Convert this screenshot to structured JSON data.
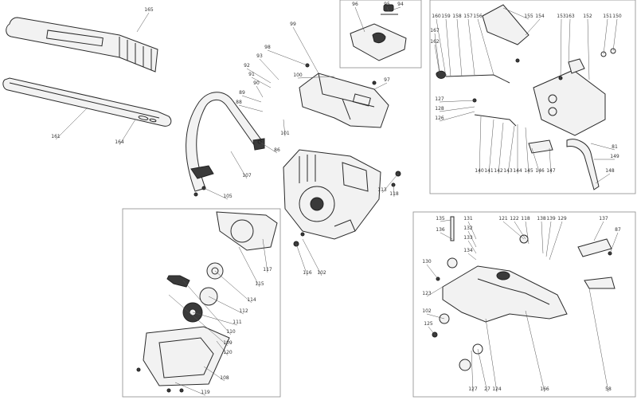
{
  "diagram": {
    "callouts": [
      {
        "id": "c-165",
        "text": "165",
        "part": "bar-cover"
      },
      {
        "id": "c-161",
        "text": "161",
        "part": "guide-bar"
      },
      {
        "id": "c-164",
        "text": "164",
        "part": "guide-bar"
      },
      {
        "id": "c-96",
        "text": "96",
        "part": "air-filter-cover"
      },
      {
        "id": "c-95",
        "text": "95",
        "part": "knob"
      },
      {
        "id": "c-94",
        "text": "94",
        "part": "knob"
      },
      {
        "id": "c-99",
        "text": "99",
        "part": "top-cover"
      },
      {
        "id": "c-98",
        "text": "98",
        "part": "screw"
      },
      {
        "id": "c-97",
        "text": "97",
        "part": "top-cover"
      },
      {
        "id": "c-93",
        "text": "93",
        "part": "screw"
      },
      {
        "id": "c-92",
        "text": "92",
        "part": "primer"
      },
      {
        "id": "c-91",
        "text": "91",
        "part": "primer"
      },
      {
        "id": "c-90",
        "text": "90",
        "part": "primer"
      },
      {
        "id": "c-89",
        "text": "89",
        "part": "primer"
      },
      {
        "id": "c-88",
        "text": "88",
        "part": "primer"
      },
      {
        "id": "c-101",
        "text": "101",
        "part": "front-handle"
      },
      {
        "id": "c-100",
        "text": "100",
        "part": "bracket"
      },
      {
        "id": "c-86",
        "text": "86",
        "part": "front-handle"
      },
      {
        "id": "c-107",
        "text": "107",
        "part": "front-handle"
      },
      {
        "id": "c-105",
        "text": "105",
        "part": "screw"
      },
      {
        "id": "c-113",
        "text": "113",
        "part": "engine"
      },
      {
        "id": "c-118",
        "text": "118",
        "part": "damper"
      },
      {
        "id": "c-102",
        "text": "102",
        "part": "damper"
      },
      {
        "id": "c-116",
        "text": "116",
        "part": "damper"
      },
      {
        "id": "c-160",
        "text": "160",
        "part": "chain-brake"
      },
      {
        "id": "c-159",
        "text": "159",
        "part": "chain-brake"
      },
      {
        "id": "c-158",
        "text": "158",
        "part": "chain-brake"
      },
      {
        "id": "c-157",
        "text": "157",
        "part": "chain-brake"
      },
      {
        "id": "c-156",
        "text": "156",
        "part": "chain-brake"
      },
      {
        "id": "c-155",
        "text": "155",
        "part": "hand-guard"
      },
      {
        "id": "c-154",
        "text": "154",
        "part": "hand-guard"
      },
      {
        "id": "c-153",
        "text": "153",
        "part": "side-cover"
      },
      {
        "id": "c-163",
        "text": "163",
        "part": "side-cover"
      },
      {
        "id": "c-152",
        "text": "152",
        "part": "side-cover"
      },
      {
        "id": "c-151",
        "text": "151",
        "part": "nut"
      },
      {
        "id": "c-150",
        "text": "150",
        "part": "nut"
      },
      {
        "id": "c-167",
        "text": "167",
        "part": "brake-link"
      },
      {
        "id": "c-162",
        "text": "162",
        "part": "brake-link"
      },
      {
        "id": "c-127",
        "text": "127",
        "part": "screw"
      },
      {
        "id": "c-128",
        "text": "128",
        "part": "screw"
      },
      {
        "id": "c-126",
        "text": "126",
        "part": "screw"
      },
      {
        "id": "c-81",
        "text": "81",
        "part": "band"
      },
      {
        "id": "c-149",
        "text": "149",
        "part": "brake-band"
      },
      {
        "id": "c-148",
        "text": "148",
        "part": "brake-band"
      },
      {
        "id": "c-147",
        "text": "147",
        "part": "tensioner"
      },
      {
        "id": "c-146",
        "text": "146",
        "part": "tensioner"
      },
      {
        "id": "c-145",
        "text": "145",
        "part": "tensioner"
      },
      {
        "id": "c-144",
        "text": "144",
        "part": "tensioner"
      },
      {
        "id": "c-143",
        "text": "143",
        "part": "tensioner"
      },
      {
        "id": "c-142",
        "text": "142",
        "part": "tensioner"
      },
      {
        "id": "c-141",
        "text": "141",
        "part": "tensioner"
      },
      {
        "id": "c-140",
        "text": "140",
        "part": "tensioner"
      },
      {
        "id": "c-117",
        "text": "117",
        "part": "starter-housing"
      },
      {
        "id": "c-115",
        "text": "115",
        "part": "starter"
      },
      {
        "id": "c-114",
        "text": "114",
        "part": "starter"
      },
      {
        "id": "c-112",
        "text": "112",
        "part": "starter"
      },
      {
        "id": "c-111",
        "text": "111",
        "part": "starter"
      },
      {
        "id": "c-110",
        "text": "110",
        "part": "starter-handle"
      },
      {
        "id": "c-109",
        "text": "109",
        "part": "starter"
      },
      {
        "id": "c-120",
        "text": "120",
        "part": "starter"
      },
      {
        "id": "c-108",
        "text": "108",
        "part": "side-plate"
      },
      {
        "id": "c-119",
        "text": "119",
        "part": "side-plate"
      },
      {
        "id": "c-135",
        "text": "135",
        "part": "fuel-tank"
      },
      {
        "id": "c-136",
        "text": "136",
        "part": "fuel-tank"
      },
      {
        "id": "c-131",
        "text": "131",
        "part": "fuel-tank"
      },
      {
        "id": "c-132",
        "text": "132",
        "part": "fuel-tank"
      },
      {
        "id": "c-133",
        "text": "133",
        "part": "fuel-tank"
      },
      {
        "id": "c-134",
        "text": "134",
        "part": "fuel-tank"
      },
      {
        "id": "c-121",
        "text": "121",
        "part": "fuel-tank"
      },
      {
        "id": "c-122",
        "text": "122",
        "part": "fuel-tank"
      },
      {
        "id": "c-118b",
        "text": "118",
        "part": "fuel-tank"
      },
      {
        "id": "c-138",
        "text": "138",
        "part": "fuel-tank"
      },
      {
        "id": "c-139",
        "text": "139",
        "part": "fuel-tank"
      },
      {
        "id": "c-129",
        "text": "129",
        "part": "fuel-tank"
      },
      {
        "id": "c-137",
        "text": "137",
        "part": "rear-handle"
      },
      {
        "id": "c-87",
        "text": "87",
        "part": "rear-handle"
      },
      {
        "id": "c-130",
        "text": "130",
        "part": "fuel-tank"
      },
      {
        "id": "c-123",
        "text": "123",
        "part": "fuel-tank"
      },
      {
        "id": "c-102b",
        "text": "102",
        "part": "fuel-tank"
      },
      {
        "id": "c-125",
        "text": "125",
        "part": "fuel-tank"
      },
      {
        "id": "c-124",
        "text": "124",
        "part": "fuel-tank"
      },
      {
        "id": "c-166",
        "text": "166",
        "part": "trigger"
      },
      {
        "id": "c-127b",
        "text": "127",
        "part": "fuel-cap"
      },
      {
        "id": "c-27",
        "text": "27",
        "part": "fuel-cap"
      },
      {
        "id": "c-58",
        "text": "58",
        "part": "fuel-cap"
      }
    ]
  }
}
